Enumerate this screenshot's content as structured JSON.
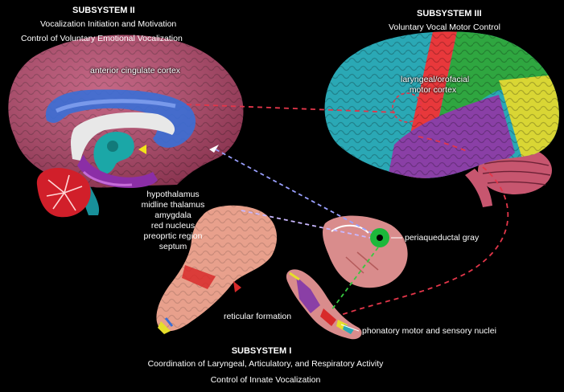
{
  "subsystems": {
    "s2": {
      "title": "SUBSYSTEM II",
      "lines": [
        "Vocalization Initiation and Motivation",
        "Control of Voluntary Emotional Vocalization"
      ]
    },
    "s3": {
      "title": "SUBSYSTEM III",
      "lines": [
        "Voluntary Vocal Motor Control"
      ]
    },
    "s1": {
      "title": "SUBSYSTEM I",
      "lines": [
        "Coordination of Laryngeal, Articulatory, and Respiratory Activity",
        "Control of Innate Vocalization"
      ]
    }
  },
  "labels": {
    "acc": "anterior cingulate cortex",
    "motor_cortex": [
      "laryngeal/orofacial",
      "motor cortex"
    ],
    "limbic": [
      "hypothalamus",
      "midline thalamus",
      "amygdala",
      "red nucleus",
      "preoprtic region",
      "septum"
    ],
    "pag": "periaqueductal gray",
    "reticular": "reticular formation",
    "nuclei": "phonatory motor and sensory nuclei"
  },
  "colors": {
    "background": "#000000",
    "medial_cortex": "#b7456a",
    "lateral_frontal": "#2aa8b5",
    "motor_strip": "#e8383b",
    "premotor": "#2fa640",
    "parietal": "#d9d634",
    "temporal": "#8a3fa6",
    "cerebellum": "#c7566f",
    "cingulate": "#3a6fd6",
    "fornix": "#e8e8e8",
    "brainstem": "#e8a08c",
    "pag_ring": "#1db83b",
    "connector_red": "#e3364a",
    "connector_blue": "#9aa0ff",
    "connector_green": "#36c93f"
  }
}
